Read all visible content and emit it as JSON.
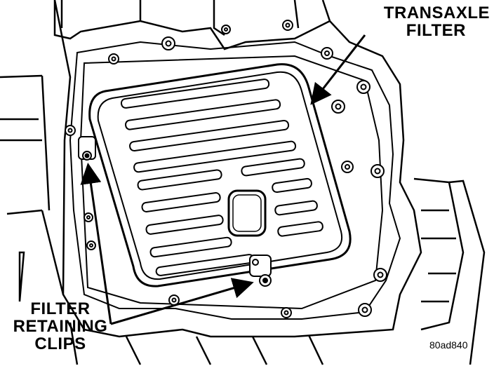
{
  "callouts": {
    "transaxle_filter": [
      "TRANSAXLE",
      "FILTER"
    ],
    "filter_retaining_clips": [
      "FILTER",
      "RETAINING",
      "CLIPS"
    ]
  },
  "figure_code": "80ad840",
  "colors": {
    "ink": "#000000",
    "paper": "#ffffff"
  },
  "icons": [
    "bolt-head-icon",
    "leader-arrow-icon"
  ]
}
